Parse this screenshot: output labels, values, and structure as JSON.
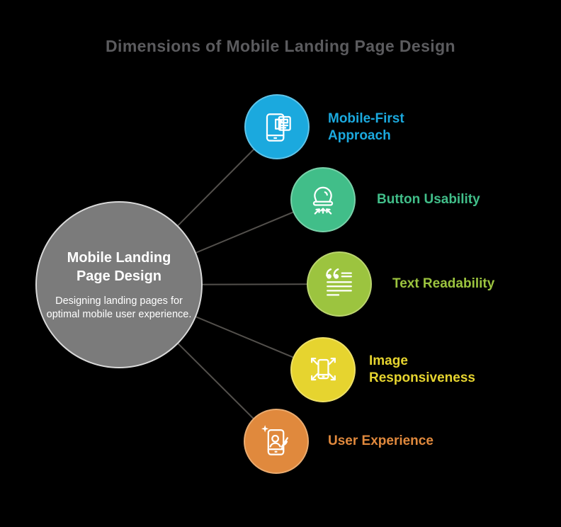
{
  "title": "Dimensions of Mobile Landing Page Design",
  "title_color": "#5B5B5E",
  "background_color": "#000000",
  "connector_color": "#53504C",
  "center": {
    "heading": "Mobile Landing Page Design",
    "description": "Designing landing pages for optimal mobile user experience.",
    "fill": "#7B7B7B",
    "ring": "#D9D9D9",
    "text_color": "#FFFFFF"
  },
  "nodes": [
    {
      "label": "Mobile-First Approach",
      "color": "#1BA9DE",
      "ring": "#5FC4E9",
      "icon": "phone-card-icon"
    },
    {
      "label": "Button Usability",
      "color": "#41BE89",
      "ring": "#79D1A9",
      "icon": "button-press-icon"
    },
    {
      "label": "Text Readability",
      "color": "#9CC43F",
      "ring": "#BAD46E",
      "icon": "blockquote-icon"
    },
    {
      "label": "Image Responsiveness",
      "color": "#E6D42F",
      "ring": "#EEE066",
      "icon": "expand-phone-icon"
    },
    {
      "label": "User Experience",
      "color": "#E0893D",
      "ring": "#EAAB6F",
      "icon": "phone-user-sketch-icon"
    }
  ]
}
